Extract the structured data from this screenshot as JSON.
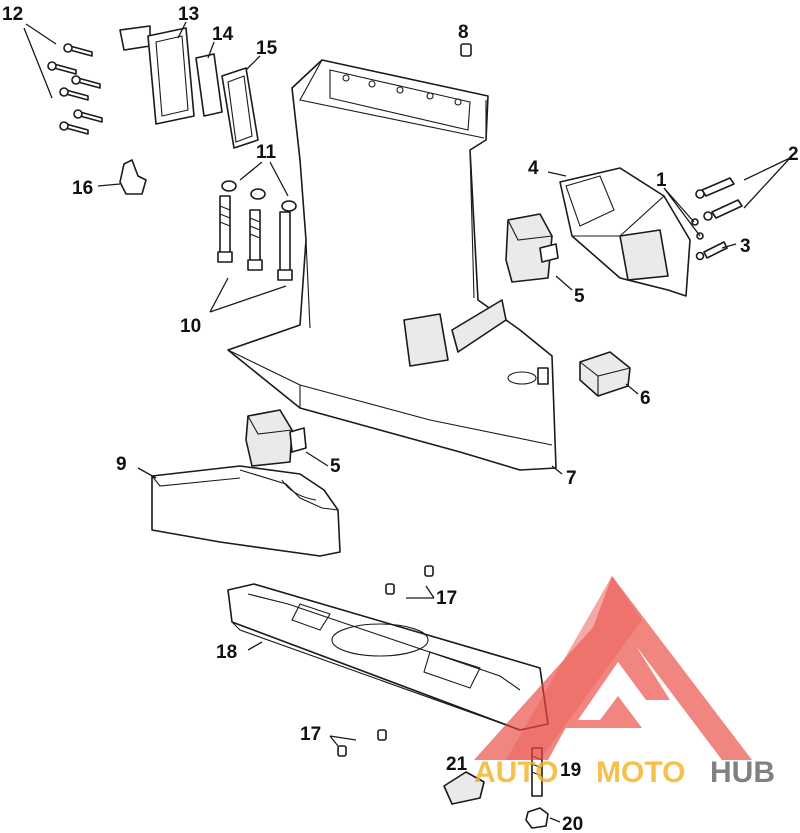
{
  "callouts": [
    {
      "id": "1",
      "label": "1"
    },
    {
      "id": "2",
      "label": "2"
    },
    {
      "id": "3",
      "label": "3"
    },
    {
      "id": "4",
      "label": "4"
    },
    {
      "id": "5a",
      "label": "5"
    },
    {
      "id": "5b",
      "label": "5"
    },
    {
      "id": "6",
      "label": "6"
    },
    {
      "id": "7",
      "label": "7"
    },
    {
      "id": "8",
      "label": "8"
    },
    {
      "id": "9",
      "label": "9"
    },
    {
      "id": "10",
      "label": "10"
    },
    {
      "id": "11",
      "label": "11"
    },
    {
      "id": "12",
      "label": "12"
    },
    {
      "id": "13",
      "label": "13"
    },
    {
      "id": "14",
      "label": "14"
    },
    {
      "id": "15",
      "label": "15"
    },
    {
      "id": "16",
      "label": "16"
    },
    {
      "id": "17a",
      "label": "17"
    },
    {
      "id": "17b",
      "label": "17"
    },
    {
      "id": "18",
      "label": "18"
    },
    {
      "id": "19",
      "label": "19"
    },
    {
      "id": "20",
      "label": "20"
    },
    {
      "id": "21",
      "label": "21"
    }
  ],
  "watermark": {
    "part1": "AUTO",
    "part2": "MOTO",
    "part3": "HUB",
    "color_red": "#e8413a",
    "color_yellow": "#f3b328",
    "color_gray": "#666666"
  }
}
